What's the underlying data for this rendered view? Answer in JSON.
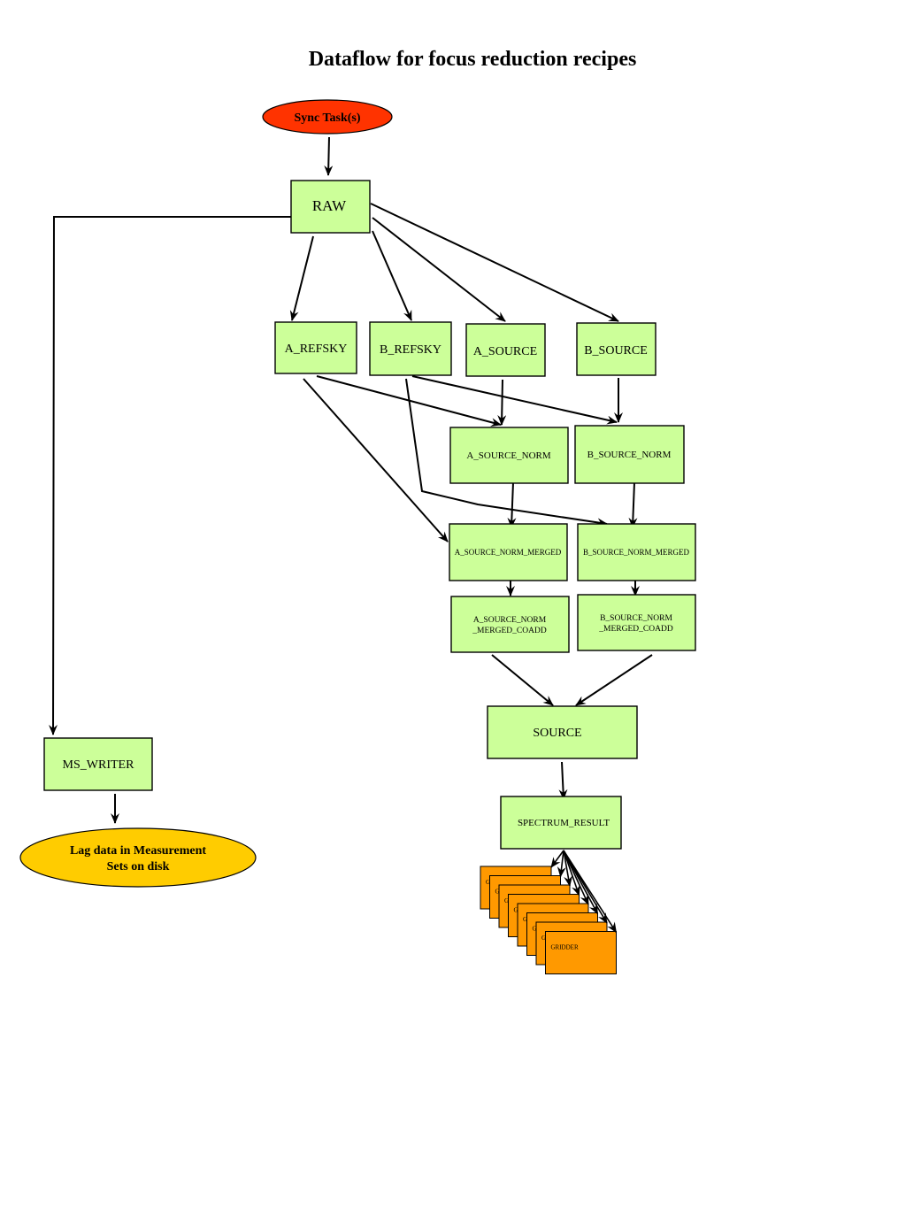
{
  "title": "Dataflow for focus reduction recipes",
  "nodes": {
    "sync": "Sync Task(s)",
    "raw": "RAW",
    "a_refsky": "A_REFSKY",
    "b_refsky": "B_REFSKY",
    "a_source": "A_SOURCE",
    "b_source": "B_SOURCE",
    "a_source_norm": "A_SOURCE_NORM",
    "b_source_norm": "B_SOURCE_NORM",
    "a_source_norm_merged": "A_SOURCE_NORM_MERGED",
    "b_source_norm_merged": "B_SOURCE_NORM_MERGED",
    "a_coadd_line1": "A_SOURCE_NORM",
    "a_coadd_line2": "_MERGED_COADD",
    "b_coadd_line1": "B_SOURCE_NORM",
    "b_coadd_line2": "_MERGED_COADD",
    "source": "SOURCE",
    "spectrum_result": "SPECTRUM_RESULT",
    "ms_writer": "MS_WRITER",
    "lag_line1": "Lag data in Measurement",
    "lag_line2": "Sets on disk",
    "gridder": "GRIDDER",
    "gridder_stack_letter": "G"
  },
  "colors": {
    "box_fill": "#ccff99",
    "sync_fill": "#ff3300",
    "lag_fill": "#ffcc00",
    "gridder_fill": "#ff9900"
  }
}
